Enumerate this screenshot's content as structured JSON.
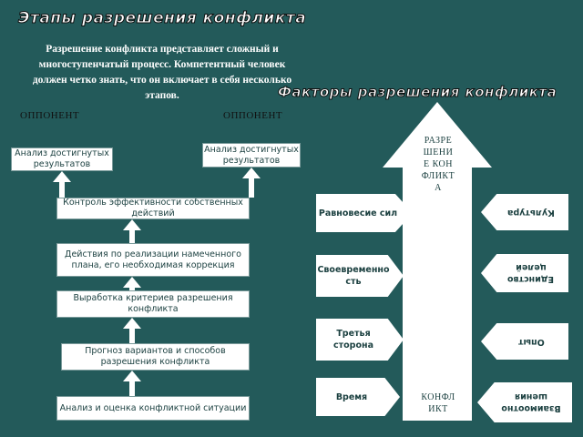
{
  "left": {
    "title": "Этапы разрешения конфликта",
    "intro": "Разрешение конфликта представляет сложный и многоступенчатый процесс. Компетентный человек должен четко знать, что он включает в себя несколько этапов.",
    "opponent_left": "ОППОНЕНТ",
    "opponent_right": "ОППОНЕНТ",
    "result_left": "Анализ достигнутых результатов",
    "result_right": "Анализ достигнутых результатов",
    "steps": [
      "Контроль эффективности собственных действий",
      "Действия по реализации намеченного плана, его необходимая коррекция",
      "Выработка критериев разрешения конфликта",
      "Прогноз вариантов и способов разрешения конфликта",
      "Анализ и оценка конфликтной ситуации"
    ]
  },
  "right": {
    "title": "Факторы разрешения конфликта",
    "arrow_top": "РАЗРЕШЕНИЕ КОНФЛИКТА",
    "arrow_bottom": "КОНФЛИКТ",
    "left_factors": [
      "Равновесие сил",
      "Своевременность",
      "Третья сторона",
      "Время"
    ],
    "right_factors": [
      "Культура",
      "Единство целей",
      "Опыт",
      "Взаимоотношения"
    ]
  },
  "colors": {
    "background": "#235a5a",
    "box": "#ffffff",
    "text": "#1a3f3f"
  }
}
